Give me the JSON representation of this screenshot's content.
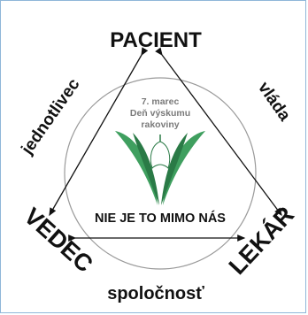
{
  "nodes": {
    "top": "PACIENT",
    "left": "VEDEC",
    "right": "LEKÁR"
  },
  "edges": {
    "left": "jednotlivec",
    "right": "vláda",
    "bottom": "spoločnosť"
  },
  "center_slogan": "NIE JE TO MIMO NÁS",
  "logo": {
    "line1": "7. marec",
    "line2": "Deň výskumu",
    "line3": "rakoviny"
  },
  "colors": {
    "leaf": "#3f9f5f",
    "leaf_dark": "#2a7a46",
    "flower": "#ffffff",
    "circle": "#9a9a9a",
    "border": "#8fb6d9"
  }
}
